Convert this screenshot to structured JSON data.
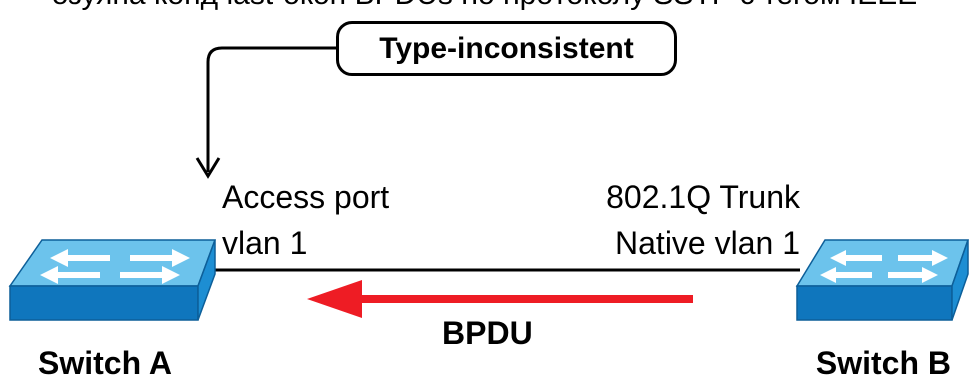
{
  "top_text": "озуяна конд last-oкoн BPDUs no npoтоколу SSTP с тегом IEEE",
  "callout": {
    "label": "Type-inconsistent"
  },
  "switch_a": {
    "name": "Switch A",
    "port_line1": "Access port",
    "port_line2": "vlan 1"
  },
  "switch_b": {
    "name": "Switch B",
    "port_line1": "802.1Q Trunk",
    "port_line2": "Native vlan 1"
  },
  "arrow": {
    "label": "BPDU",
    "color": "#ee1c24"
  },
  "colors": {
    "switch_top": "#6cc3ec",
    "switch_side": "#1d8ed3",
    "switch_front": "#0f76bd"
  }
}
